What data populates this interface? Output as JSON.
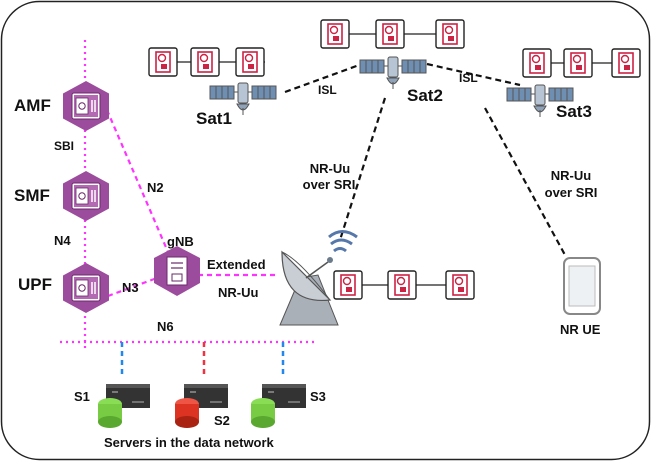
{
  "nodes": {
    "amf": "AMF",
    "smf": "SMF",
    "upf": "UPF",
    "gnb": "gNB",
    "sat1": "Sat1",
    "sat2": "Sat2",
    "sat3": "Sat3",
    "nr_ue": "NR UE"
  },
  "links": {
    "sbi": "SBI",
    "n2": "N2",
    "n3": "N3",
    "n4": "N4",
    "n6": "N6",
    "isl_left": "ISL",
    "isl_right": "ISL",
    "extended_nr_uu_line1": "Extended",
    "extended_nr_uu_line2": "NR-Uu",
    "nr_uu_sri_left_line1": "NR-Uu",
    "nr_uu_sri_left_line2": "over SRI",
    "nr_uu_sri_right_line1": "NR-Uu",
    "nr_uu_sri_right_line2": "over SRI"
  },
  "servers": {
    "s1": "S1",
    "s2": "S2",
    "s3": "S3",
    "caption": "Servers in the data network"
  },
  "colors": {
    "magenta_link": "#ff33ff",
    "nf_purple": "#9c4c9c",
    "vnf_red": "#cc2244",
    "server_dark": "#333333",
    "disk_green": "#77cc44",
    "disk_red": "#dd3322",
    "link_blue": "#2288ee",
    "link_red": "#ee3344",
    "satellite_blue": "#6688aa",
    "dish_gray": "#aab0b8"
  }
}
